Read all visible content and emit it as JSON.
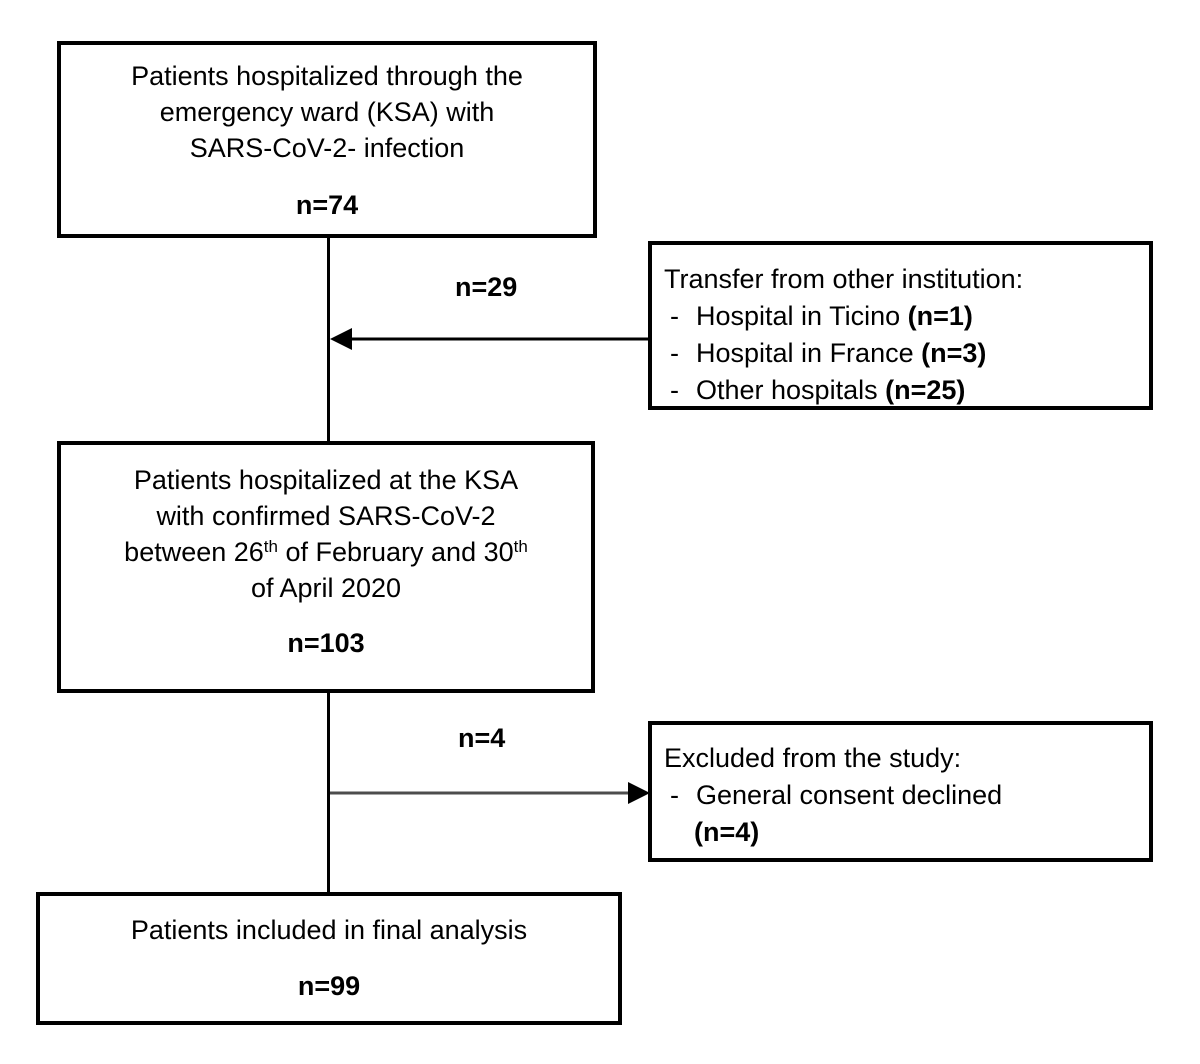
{
  "diagram": {
    "background_color": "#ffffff",
    "box_border_color": "#000000",
    "text_color": "#000000",
    "gray_arrow_color": "#4d4d4d"
  },
  "boxes": {
    "emergency": {
      "lines": [
        "Patients hospitalized through the",
        "emergency ward (KSA) with",
        "SARS-CoV-2- infection"
      ],
      "count": "n=74"
    },
    "transfer": {
      "title": "Transfer from other institution:",
      "bullet": "-",
      "items": [
        {
          "text": "Hospital in Ticino ",
          "count": "(n=1)"
        },
        {
          "text": "Hospital in France ",
          "count": "(n=3)"
        },
        {
          "text": "Other hospitals ",
          "count": "(n=25)"
        }
      ]
    },
    "ksa": {
      "lines": [
        "Patients hospitalized at the KSA",
        "with confirmed SARS-CoV-2"
      ],
      "date_line_parts": [
        "between 26",
        "th",
        " of February and 30",
        "th"
      ],
      "line_last": "of April 2020",
      "count": "n=103"
    },
    "excluded": {
      "title": "Excluded from the study:",
      "bullet": "-",
      "item_text": "General consent declined",
      "item_count": "(n=4)"
    },
    "final": {
      "line": "Patients included in final analysis",
      "count": "n=99"
    }
  },
  "arrows": {
    "transfer_in": {
      "label": "n=29"
    },
    "excluded_out": {
      "label": "n=4"
    }
  }
}
